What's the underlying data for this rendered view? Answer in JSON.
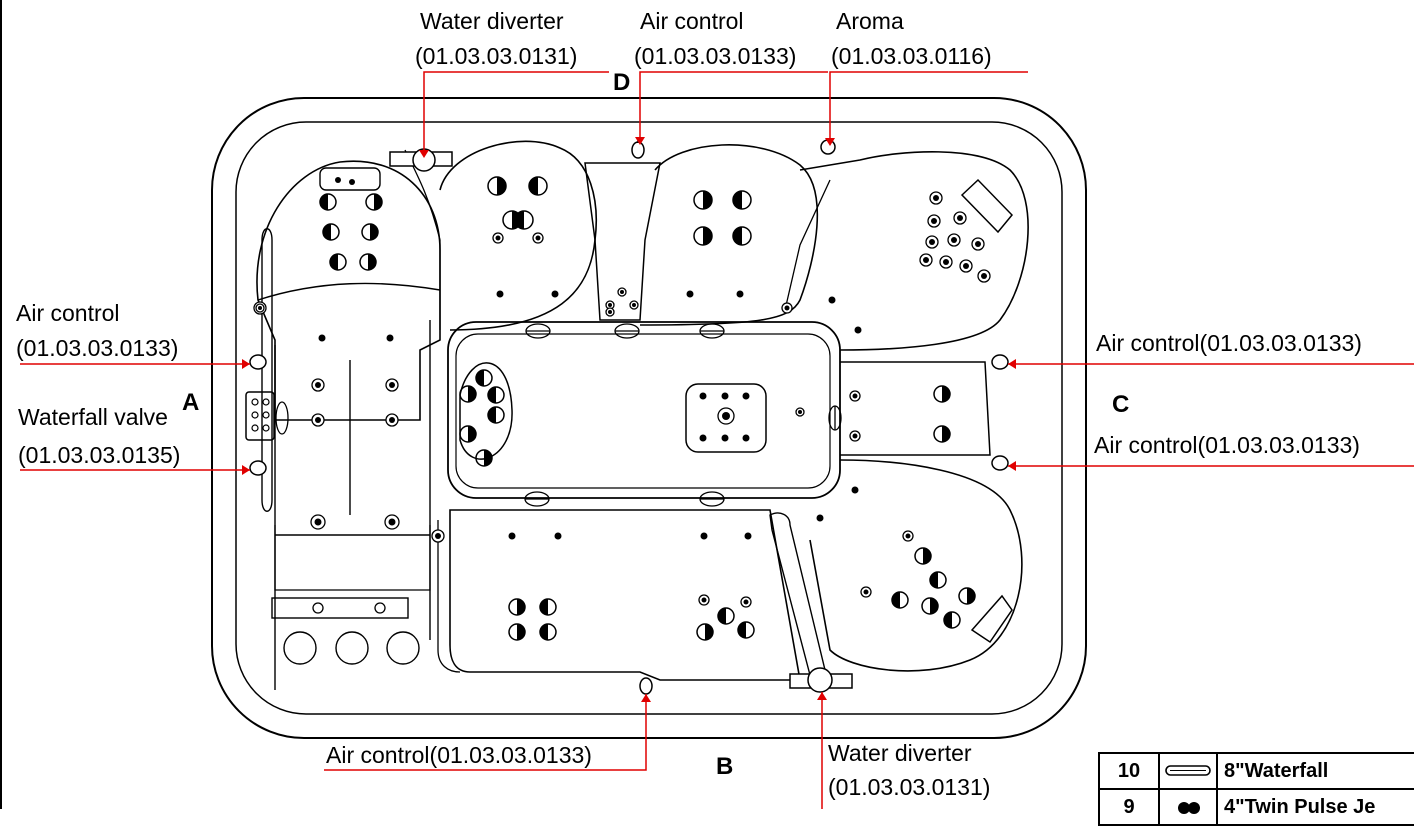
{
  "labels": {
    "water_diverter_top": [
      "Water diverter",
      "(01.03.03.0131)"
    ],
    "air_control_top": [
      "Air control",
      "(01.03.03.0133)"
    ],
    "aroma_top": [
      "Aroma",
      "(01.03.03.0116)"
    ],
    "air_control_left": [
      "Air control",
      "(01.03.03.0133)"
    ],
    "waterfall_valve_left": [
      "Waterfall valve",
      "(01.03.03.0135)"
    ],
    "air_control_right_1": "Air control(01.03.03.0133)",
    "air_control_right_2": "Air control(01.03.03.0133)",
    "air_control_bottom": "Air control(01.03.03.0133)",
    "water_diverter_bottom": [
      "Water diverter",
      "(01.03.03.0131)"
    ]
  },
  "side_letters": {
    "a": "A",
    "b": "B",
    "c": "C",
    "d": "D"
  },
  "legend": [
    {
      "num": "10",
      "desc": "8\"Waterfall",
      "symbol": "waterfall-icon"
    },
    {
      "num": "9",
      "desc": "4\"Twin Pulse Je",
      "symbol": "twin-pulse-jet-icon"
    }
  ],
  "colors": {
    "leader": "#e00000",
    "outline": "#000000"
  }
}
